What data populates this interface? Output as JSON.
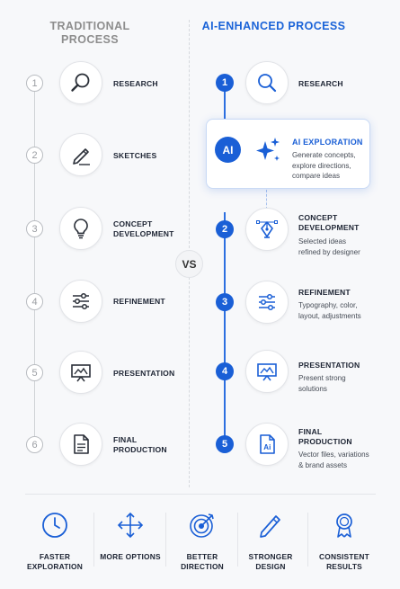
{
  "columns": {
    "traditional_title": "TRADITIONAL PROCESS",
    "ai_title": "AI-ENHANCED PROCESS",
    "vs": "VS"
  },
  "traditional_steps": [
    {
      "num": "1",
      "label": "RESEARCH",
      "icon": "magnifier-icon"
    },
    {
      "num": "2",
      "label": "SKETCHES",
      "icon": "pencil-icon"
    },
    {
      "num": "3",
      "label": "CONCEPT DEVELOPMENT",
      "icon": "lightbulb-icon"
    },
    {
      "num": "4",
      "label": "REFINEMENT",
      "icon": "sliders-icon"
    },
    {
      "num": "5",
      "label": "PRESENTATION",
      "icon": "presentation-board-icon"
    },
    {
      "num": "6",
      "label": "FINAL PRODUCTION",
      "icon": "document-icon"
    }
  ],
  "ai_exploration": {
    "badge": "AI",
    "title": "AI EXPLORATION",
    "description": "Generate concepts, explore directions, compare ideas",
    "icon": "sparkle-icon"
  },
  "ai_steps": [
    {
      "num": "1",
      "title": "RESEARCH",
      "description": "",
      "icon": "magnifier-icon"
    },
    {
      "num": "2",
      "title": "CONCEPT DEVELOPMENT",
      "description": "Selected ideas refined by designer",
      "icon": "pen-tool-icon"
    },
    {
      "num": "3",
      "title": "REFINEMENT",
      "description": "Typography, color, layout, adjustments",
      "icon": "sliders-icon"
    },
    {
      "num": "4",
      "title": "PRESENTATION",
      "description": "Present strong solutions",
      "icon": "presentation-board-icon"
    },
    {
      "num": "5",
      "title": "FINAL PRODUCTION",
      "description": "Vector files, variations & brand assets",
      "icon": "ai-file-icon",
      "file_text": "Ai"
    }
  ],
  "benefits": [
    {
      "label": "FASTER EXPLORATION",
      "icon": "clock-icon"
    },
    {
      "label": "MORE OPTIONS",
      "icon": "arrows-icon"
    },
    {
      "label": "BETTER DIRECTION",
      "icon": "target-icon"
    },
    {
      "label": "STRONGER DESIGN",
      "icon": "pen-icon"
    },
    {
      "label": "CONSISTENT RESULTS",
      "icon": "award-icon"
    }
  ],
  "colors": {
    "accent": "#1a5fd6",
    "muted": "#8d8d8d",
    "text": "#1d2433"
  }
}
